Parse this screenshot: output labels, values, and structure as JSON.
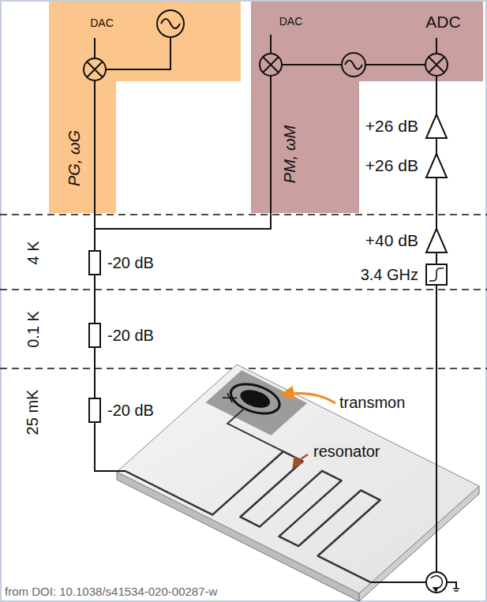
{
  "diagram": {
    "caption": "from DOI: 10.1038/s41534-020-00287-w",
    "nodes": [
      {
        "text": [
          "PG, ωG"
        ]
      },
      {
        "text": [
          "DAC"
        ],
        "in": 0
      },
      {
        "text": [
          "PM, ωM"
        ]
      },
      {
        "text": [
          "DAC"
        ],
        "in": 2
      },
      {
        "text": [
          "ADC"
        ],
        "in": 2
      }
    ],
    "labels": [
      "+26 dB",
      "+26 dB",
      "+40 dB",
      "3.4 GHz",
      "4 K",
      "-20 dB",
      "0.1 K",
      "-20 dB",
      "25 mK",
      "-20 dB",
      "transmon",
      "resonator"
    ]
  }
}
